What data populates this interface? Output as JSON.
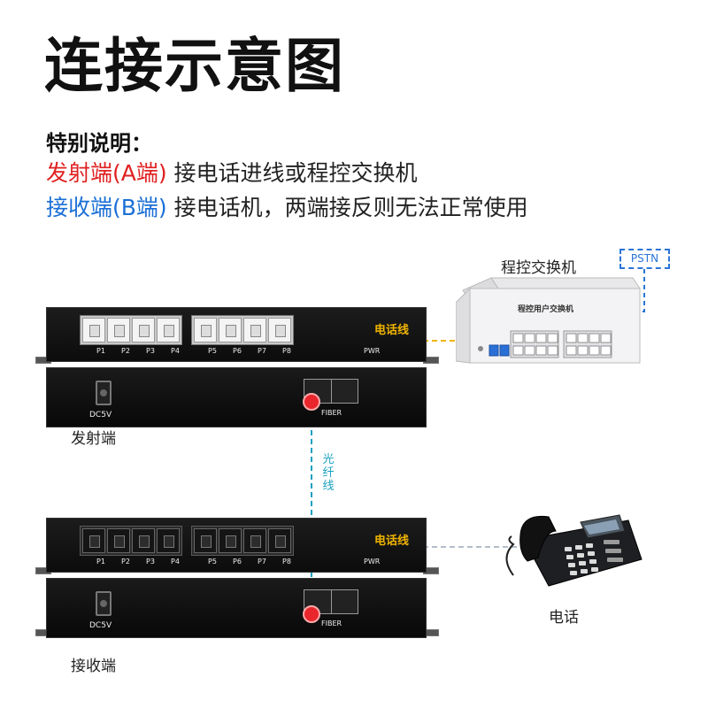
{
  "title": "连接示意图",
  "note": {
    "heading": "特别说明：",
    "line1_prefix": "发射端(A端)",
    "line1_text": " 接电话进线或程控交换机",
    "line2_prefix": "接收端(B端)",
    "line2_text": " 接电话机，两端接反则无法正常使用"
  },
  "ports": [
    "P1",
    "P2",
    "P3",
    "P4",
    "P5",
    "P6",
    "P7",
    "P8"
  ],
  "device": {
    "pwr": "PWR",
    "dc": "DC5V",
    "fiber": "FIBER",
    "phone_line": "电话线"
  },
  "transmitter": {
    "name": "发射端"
  },
  "receiver": {
    "name": "接收端"
  },
  "fiber_cable": "光纤线",
  "pbx": {
    "label": "程控交换机",
    "inner_label": "程控用户交换机"
  },
  "pstn": "PSTN",
  "phone": {
    "label": "电话"
  },
  "colors": {
    "accent_red": "#e02020",
    "accent_blue": "#1a6fd6",
    "phone_line": "#f0b400",
    "fiber_line": "#1aa0c0",
    "pstn": "#2a74d8"
  }
}
